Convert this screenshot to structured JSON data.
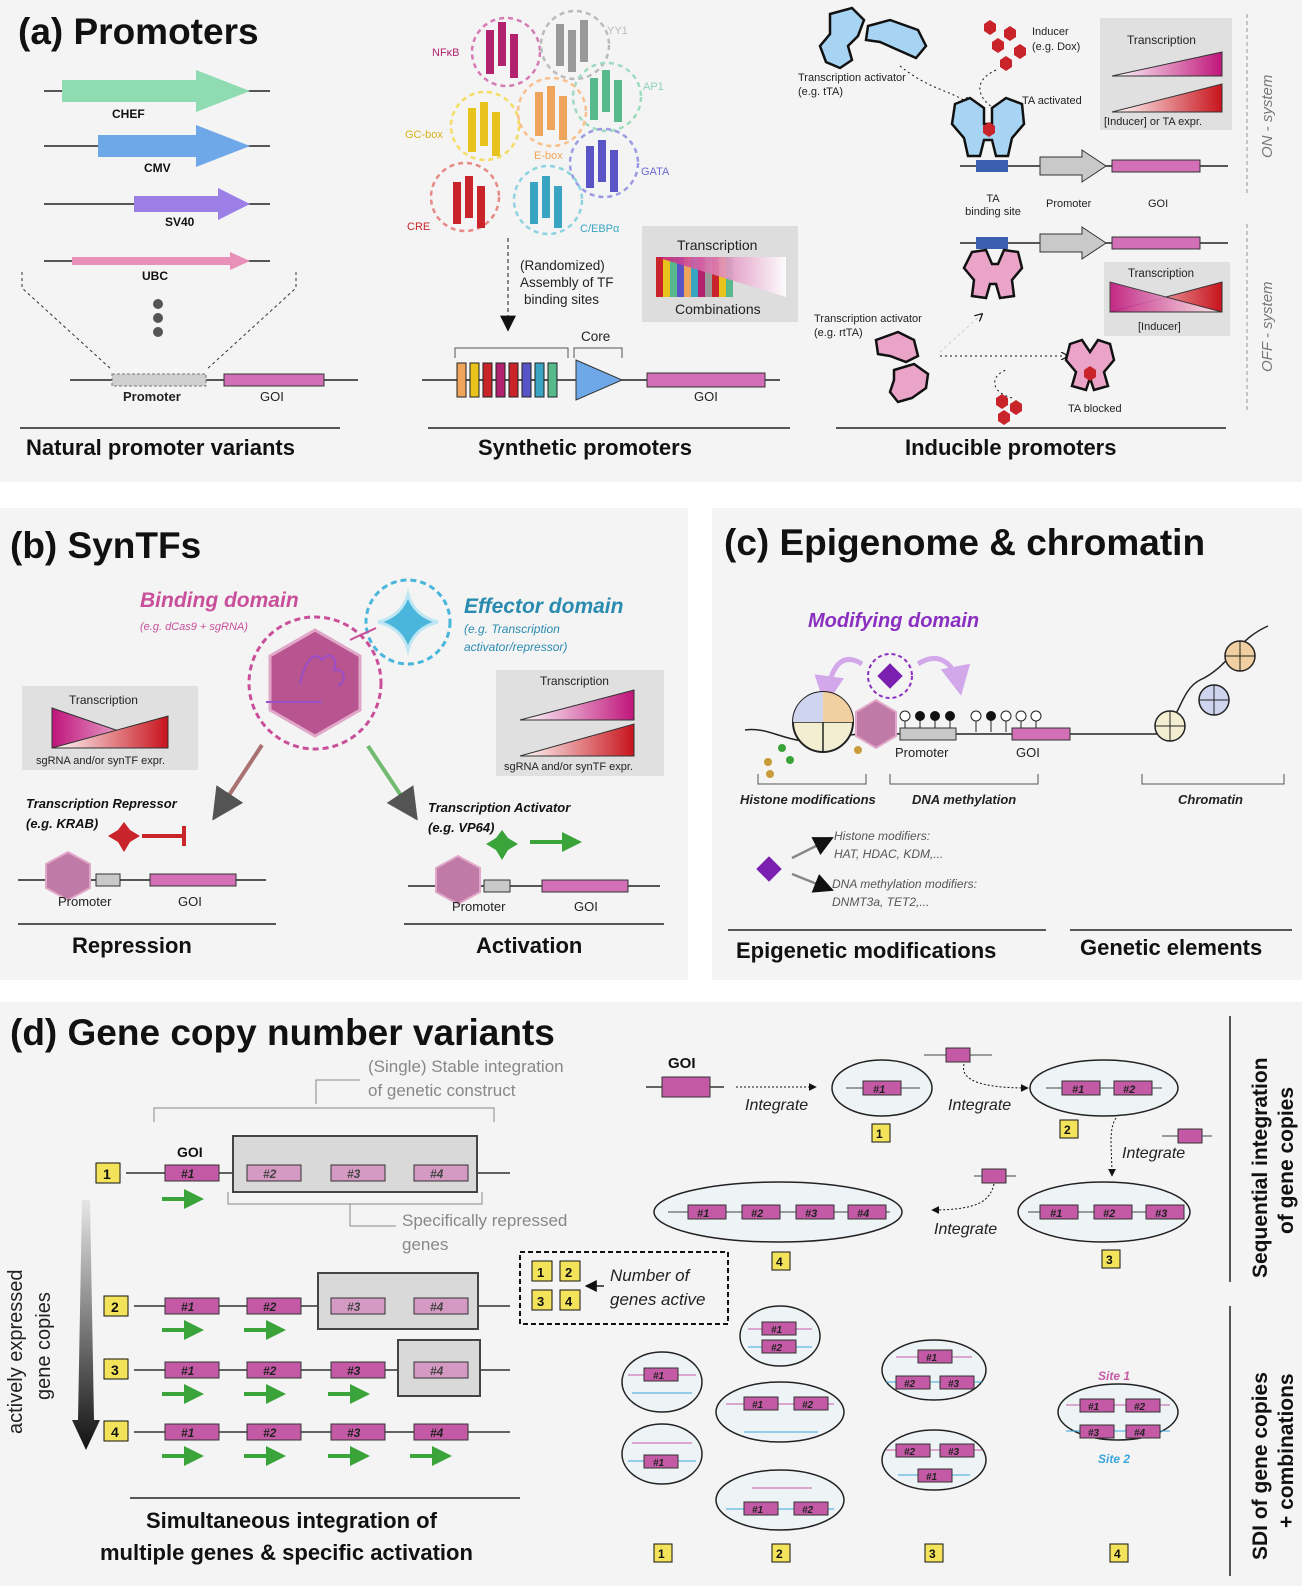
{
  "panel_a": {
    "title": "(a) Promoters",
    "natural": {
      "promoters": [
        "CHEF",
        "CMV",
        "SV40",
        "UBC"
      ],
      "promoter_label": "Promoter",
      "goi_label": "GOI",
      "caption": "Natural promoter variants"
    },
    "synthetic": {
      "tfs": [
        "NFκB",
        "YY1",
        "AP1",
        "GC-box",
        "E-box",
        "GATA",
        "CRE",
        "C/EBPα"
      ],
      "assembly_line1": "(Randomized)",
      "assembly_line2": "Assembly of TF",
      "assembly_line3": "binding sites",
      "box_top": "Transcription",
      "box_bottom": "Combinations",
      "core_label": "Core",
      "goi_label": "GOI",
      "caption": "Synthetic promoters"
    },
    "inducible": {
      "activator_line1": "Transcription activator",
      "activator_line2": "(e.g. tTA)",
      "inducer_line1": "Inducer",
      "inducer_line2": "(e.g. Dox)",
      "ta_activated": "TA activated",
      "box1_top": "Transcription",
      "box1_bottom": "[Inducer] or TA expr.",
      "on_system": "ON - system",
      "ta_binding_line1": "TA",
      "ta_binding_line2": "binding site",
      "promoter_label": "Promoter",
      "goi_label": "GOI",
      "box2_top": "Transcription",
      "box2_bottom": "[Inducer]",
      "off_system": "OFF - system",
      "rtta_line1": "Transcription activator",
      "rtta_line2": "(e.g. rtTA)",
      "ta_blocked": "TA blocked",
      "caption": "Inducible promoters"
    }
  },
  "panel_b": {
    "title": "(b) SynTFs",
    "binding_domain": "Binding domain",
    "binding_example": "(e.g. dCas9 + sgRNA)",
    "effector_domain": "Effector domain",
    "effector_example1": "(e.g. Transcription",
    "effector_example2": "activator/repressor)",
    "box_left_top": "Transcription",
    "box_left_bottom": "sgRNA and/or synTF expr.",
    "box_right_top": "Transcription",
    "box_right_bottom": "sgRNA and/or synTF expr.",
    "repressor_line1": "Transcription Repressor",
    "repressor_line2": "(e.g. KRAB)",
    "activator_line1": "Transcription Activator",
    "activator_line2": "(e.g. VP64)",
    "promoter_label": "Promoter",
    "goi_label": "GOI",
    "caption_left": "Repression",
    "caption_right": "Activation"
  },
  "panel_c": {
    "title": "(c) Epigenome & chromatin",
    "modifying_domain": "Modifying domain",
    "promoter_label": "Promoter",
    "goi_label": "GOI",
    "histone_mods": "Histone modifications",
    "dna_methylation": "DNA methylation",
    "chromatin": "Chromatin",
    "histone_modifiers_line1": "Histone modifiers:",
    "histone_modifiers_line2": "HAT, HDAC, KDM,...",
    "dna_modifiers_line1": "DNA methylation modifiers:",
    "dna_modifiers_line2": "DNMT3a, TET2,...",
    "caption_left": "Epigenetic modifications",
    "caption_right": "Genetic elements"
  },
  "panel_d": {
    "title": "(d) Gene copy number variants",
    "stable_line1": "(Single) Stable integration",
    "stable_line2": "of genetic construct",
    "goi_label": "GOI",
    "genes": [
      "#1",
      "#2",
      "#3",
      "#4"
    ],
    "levels": [
      "1",
      "2",
      "3",
      "4"
    ],
    "repressed_line1": "Specifically repressed",
    "repressed_line2": "genes",
    "active_axis_line1": "actively expressed",
    "active_axis_line2": "gene copies",
    "legend_line1": "Number of",
    "legend_line2": "genes active",
    "integrate": "Integrate",
    "sequential_line1": "Sequential integration",
    "sequential_line2": "of gene copies",
    "sdi_line1": "SDI of gene copies",
    "sdi_line2": "+ combinations",
    "site1": "Site 1",
    "site2": "Site 2",
    "caption_line1": "Simultaneous integration of",
    "caption_line2": "multiple genes & specific activation"
  }
}
